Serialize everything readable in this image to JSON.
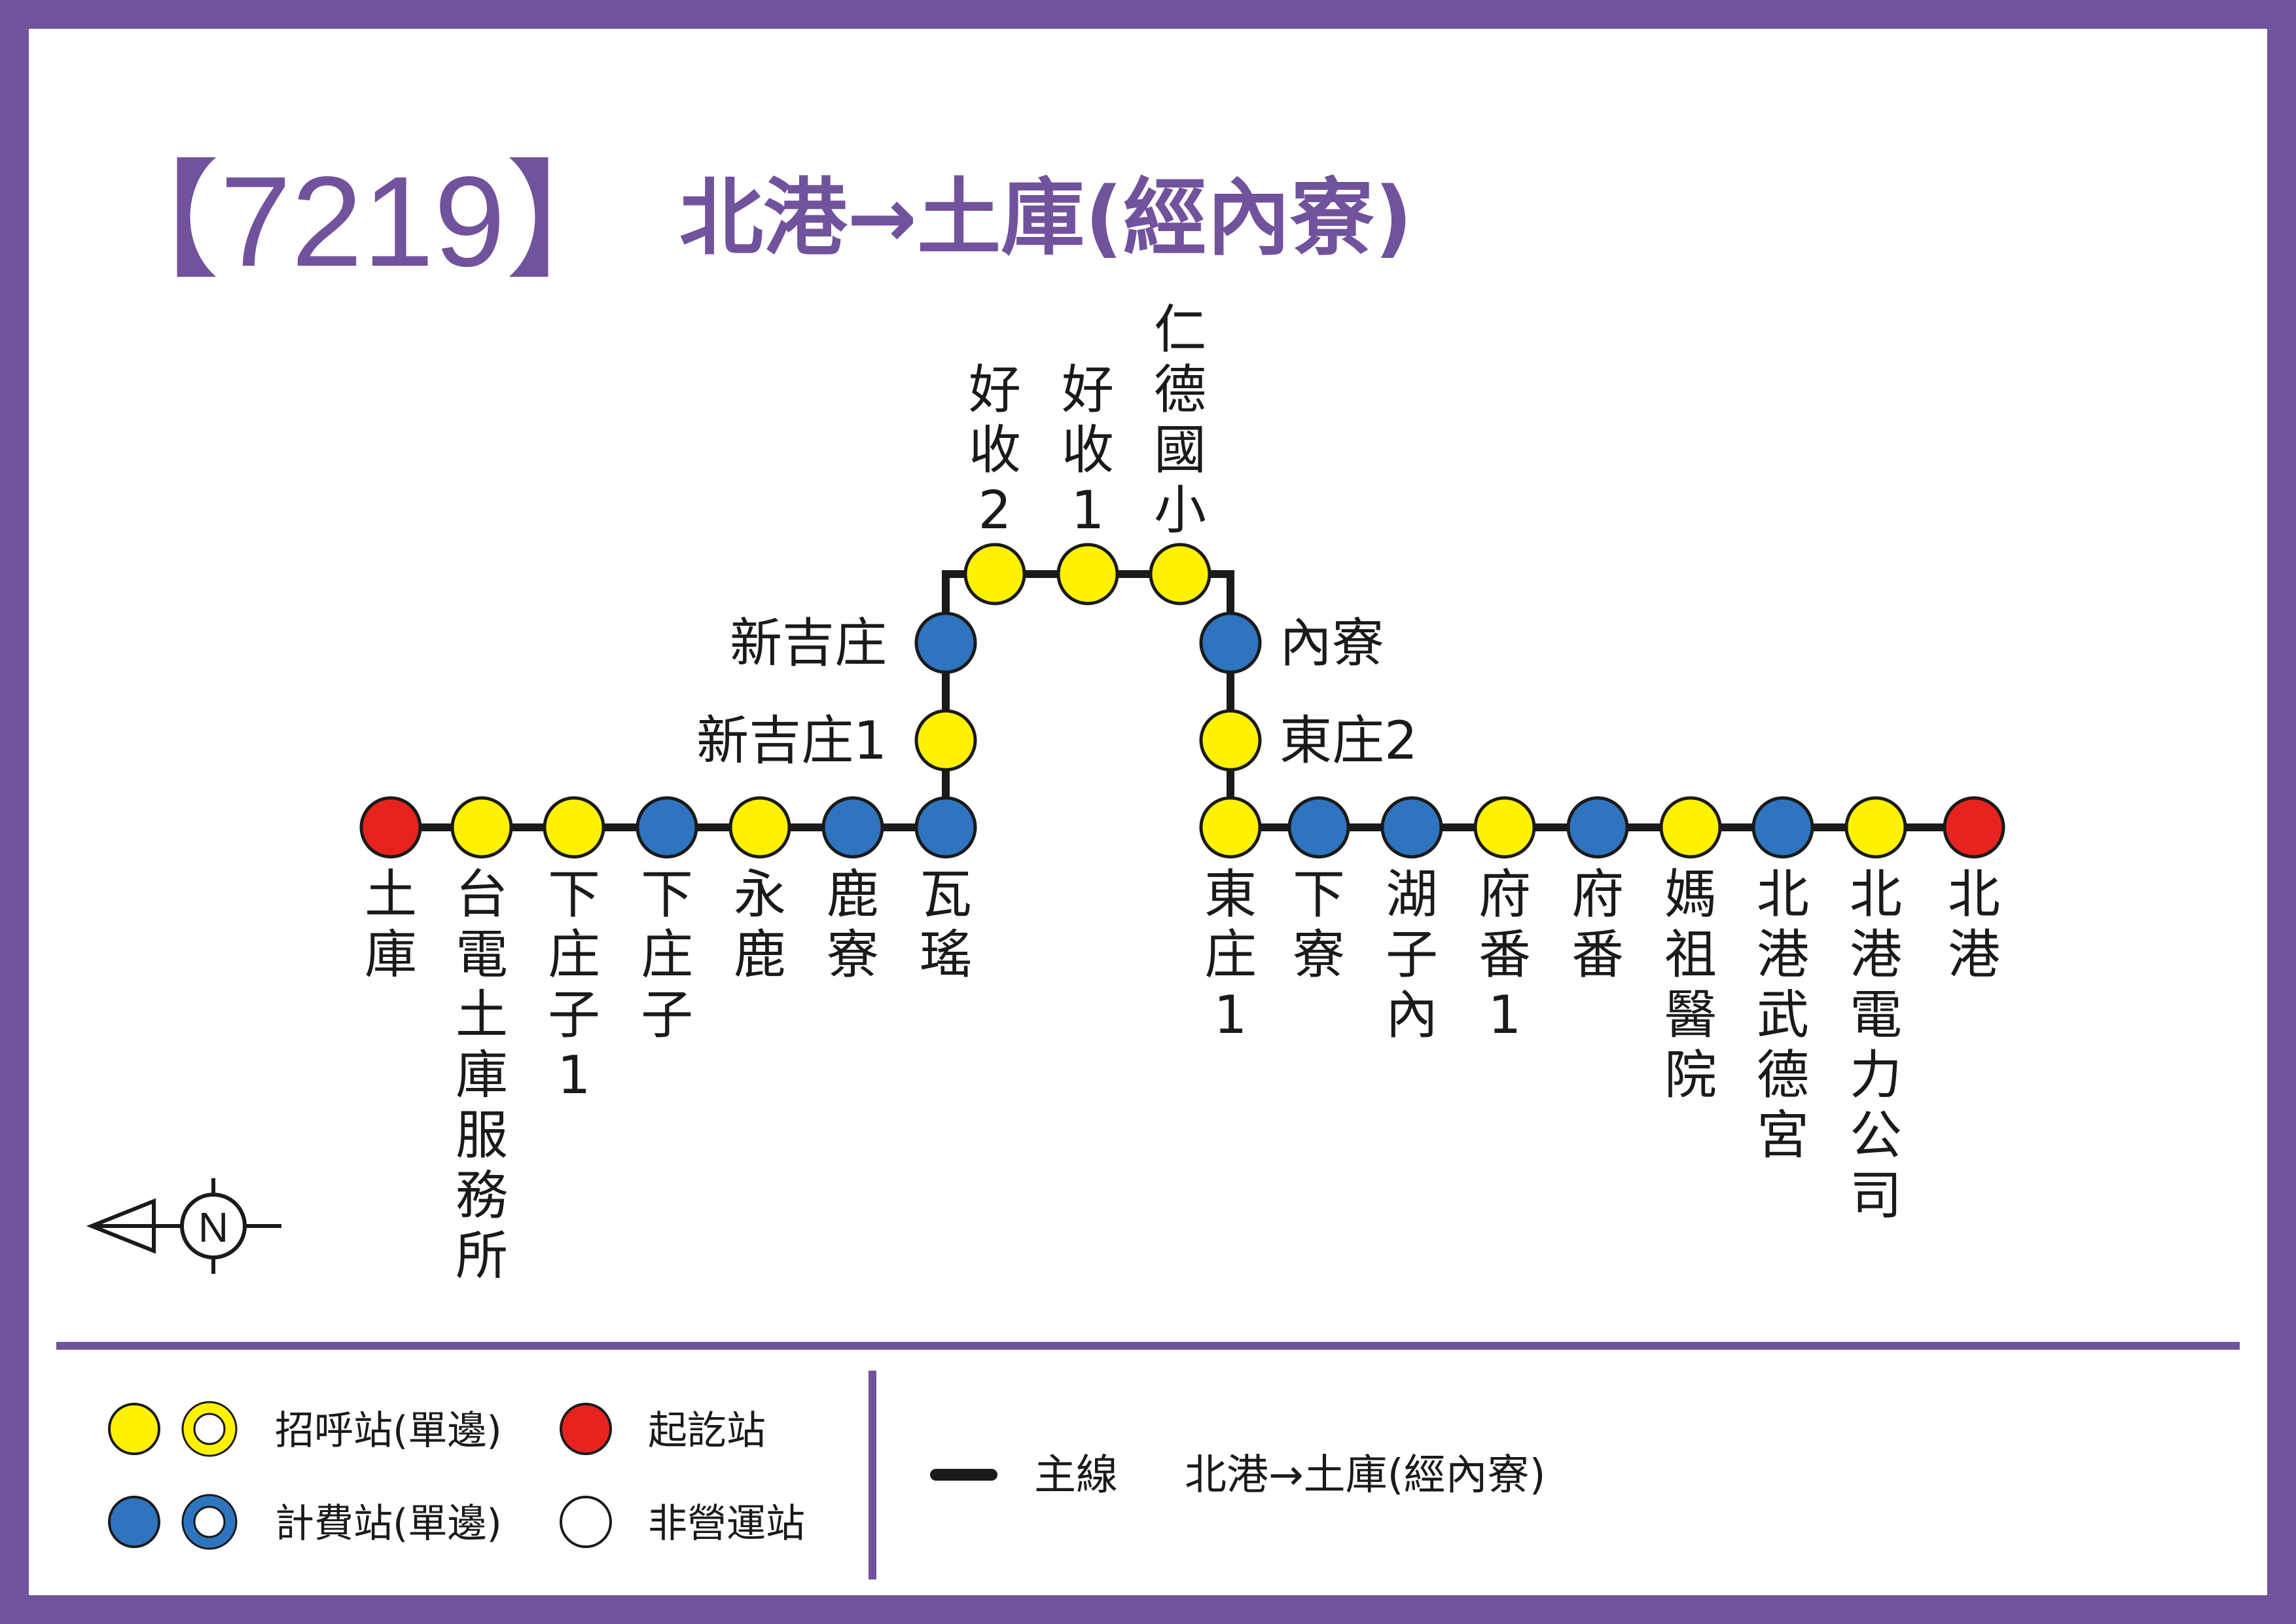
{
  "header": {
    "route_number": "【7219】",
    "route_name": "北港→土庫(經內寮)"
  },
  "colors": {
    "frame": "#71529c",
    "line": "#1a1a1a",
    "flag_stop": "#fff200",
    "fare_stop": "#2e74bf",
    "terminal": "#e8231f",
    "stroke": "#1a1a1a"
  },
  "stations": [
    {
      "name": "土庫",
      "type": "terminal"
    },
    {
      "name": "台電土庫服務所",
      "type": "flag"
    },
    {
      "name": "下庄子1",
      "type": "flag"
    },
    {
      "name": "下庄子",
      "type": "fare"
    },
    {
      "name": "永鹿",
      "type": "flag"
    },
    {
      "name": "鹿寮",
      "type": "fare"
    },
    {
      "name": "瓦瑤",
      "type": "fare"
    },
    {
      "name": "新吉庄1",
      "type": "flag"
    },
    {
      "name": "新吉庄",
      "type": "fare"
    },
    {
      "name": "好收2",
      "type": "flag"
    },
    {
      "name": "好收1",
      "type": "flag"
    },
    {
      "name": "仁德國小",
      "type": "flag"
    },
    {
      "name": "內寮",
      "type": "fare"
    },
    {
      "name": "東庄2",
      "type": "flag"
    },
    {
      "name": "東庄1",
      "type": "flag"
    },
    {
      "name": "下寮",
      "type": "fare"
    },
    {
      "name": "湖子內",
      "type": "fare"
    },
    {
      "name": "府番1",
      "type": "flag"
    },
    {
      "name": "府番",
      "type": "fare"
    },
    {
      "name": "媽祖醫院",
      "type": "flag"
    },
    {
      "name": "北港武德宮",
      "type": "fare"
    },
    {
      "name": "北港電力公司",
      "type": "flag"
    },
    {
      "name": "北港",
      "type": "terminal"
    }
  ],
  "compass": {
    "label": "N",
    "icon": "north-arrow-icon"
  },
  "legend": {
    "flag_stop": "招呼站(單邊)",
    "fare_stop": "計費站(單邊)",
    "terminal": "起訖站",
    "non_operating": "非營運站",
    "main_line_label": "主線",
    "main_line_route": "北港→土庫(經內寮)"
  }
}
